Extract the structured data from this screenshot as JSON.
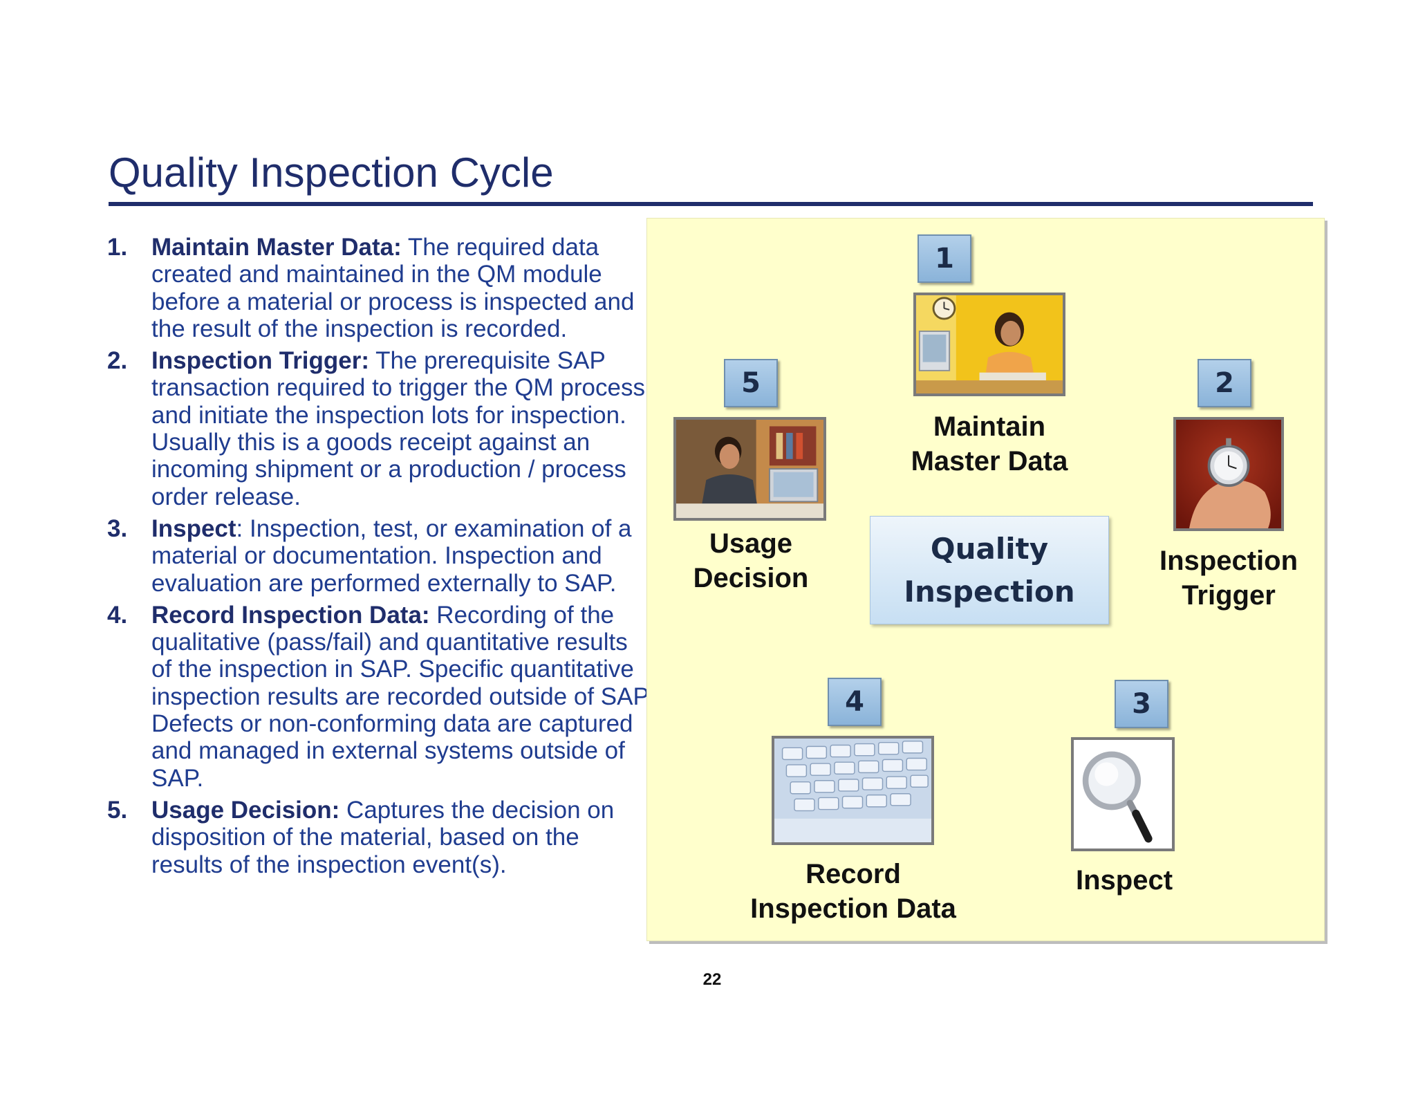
{
  "title": "Quality Inspection Cycle",
  "steps": [
    {
      "num": "1.",
      "term": "Maintain Master Data:",
      "text": " The required data created and maintained in the QM module before a material or process is inspected and the result of the inspection is recorded."
    },
    {
      "num": "2.",
      "term": "Inspection Trigger:",
      "text": " The prerequisite SAP transaction required to trigger the QM process and initiate the inspection lots for inspection. Usually this is a goods receipt against an incoming shipment or a production / process order release."
    },
    {
      "num": "3.",
      "term": "Inspect",
      "text": ": Inspection, test, or examination of a material or documentation. Inspection and evaluation are performed externally to SAP."
    },
    {
      "num": "4.",
      "term": "Record Inspection Data:",
      "text": " Recording of the qualitative (pass/fail) and quantitative results of the inspection in SAP. Specific quantitative inspection results are recorded outside of SAP. Defects or non-conforming data are captured and managed in external systems outside of SAP."
    },
    {
      "num": "5.",
      "term": "Usage Decision:",
      "text": " Captures the decision on disposition of the material, based on the results of the inspection event(s)."
    }
  ],
  "diagram": {
    "center_line1": "Quality",
    "center_line2": "Inspection",
    "nodes": [
      {
        "badge": "1",
        "label_line1": "Maintain",
        "label_line2": "Master Data",
        "image": "woman-at-computer"
      },
      {
        "badge": "2",
        "label_line1": "Inspection",
        "label_line2": "Trigger",
        "image": "stopwatch-in-hand"
      },
      {
        "badge": "3",
        "label_line1": "Inspect",
        "label_line2": "",
        "image": "magnifying-glass"
      },
      {
        "badge": "4",
        "label_line1": "Record",
        "label_line2": "Inspection Data",
        "image": "keyboard"
      },
      {
        "badge": "5",
        "label_line1": "Usage",
        "label_line2": "Decision",
        "image": "man-at-computer"
      }
    ]
  },
  "page_number": "22",
  "colors": {
    "title": "#1f2d6b",
    "body_text": "#1f3c8f",
    "panel": "#ffffcc",
    "badge": "#9cc0e3"
  }
}
